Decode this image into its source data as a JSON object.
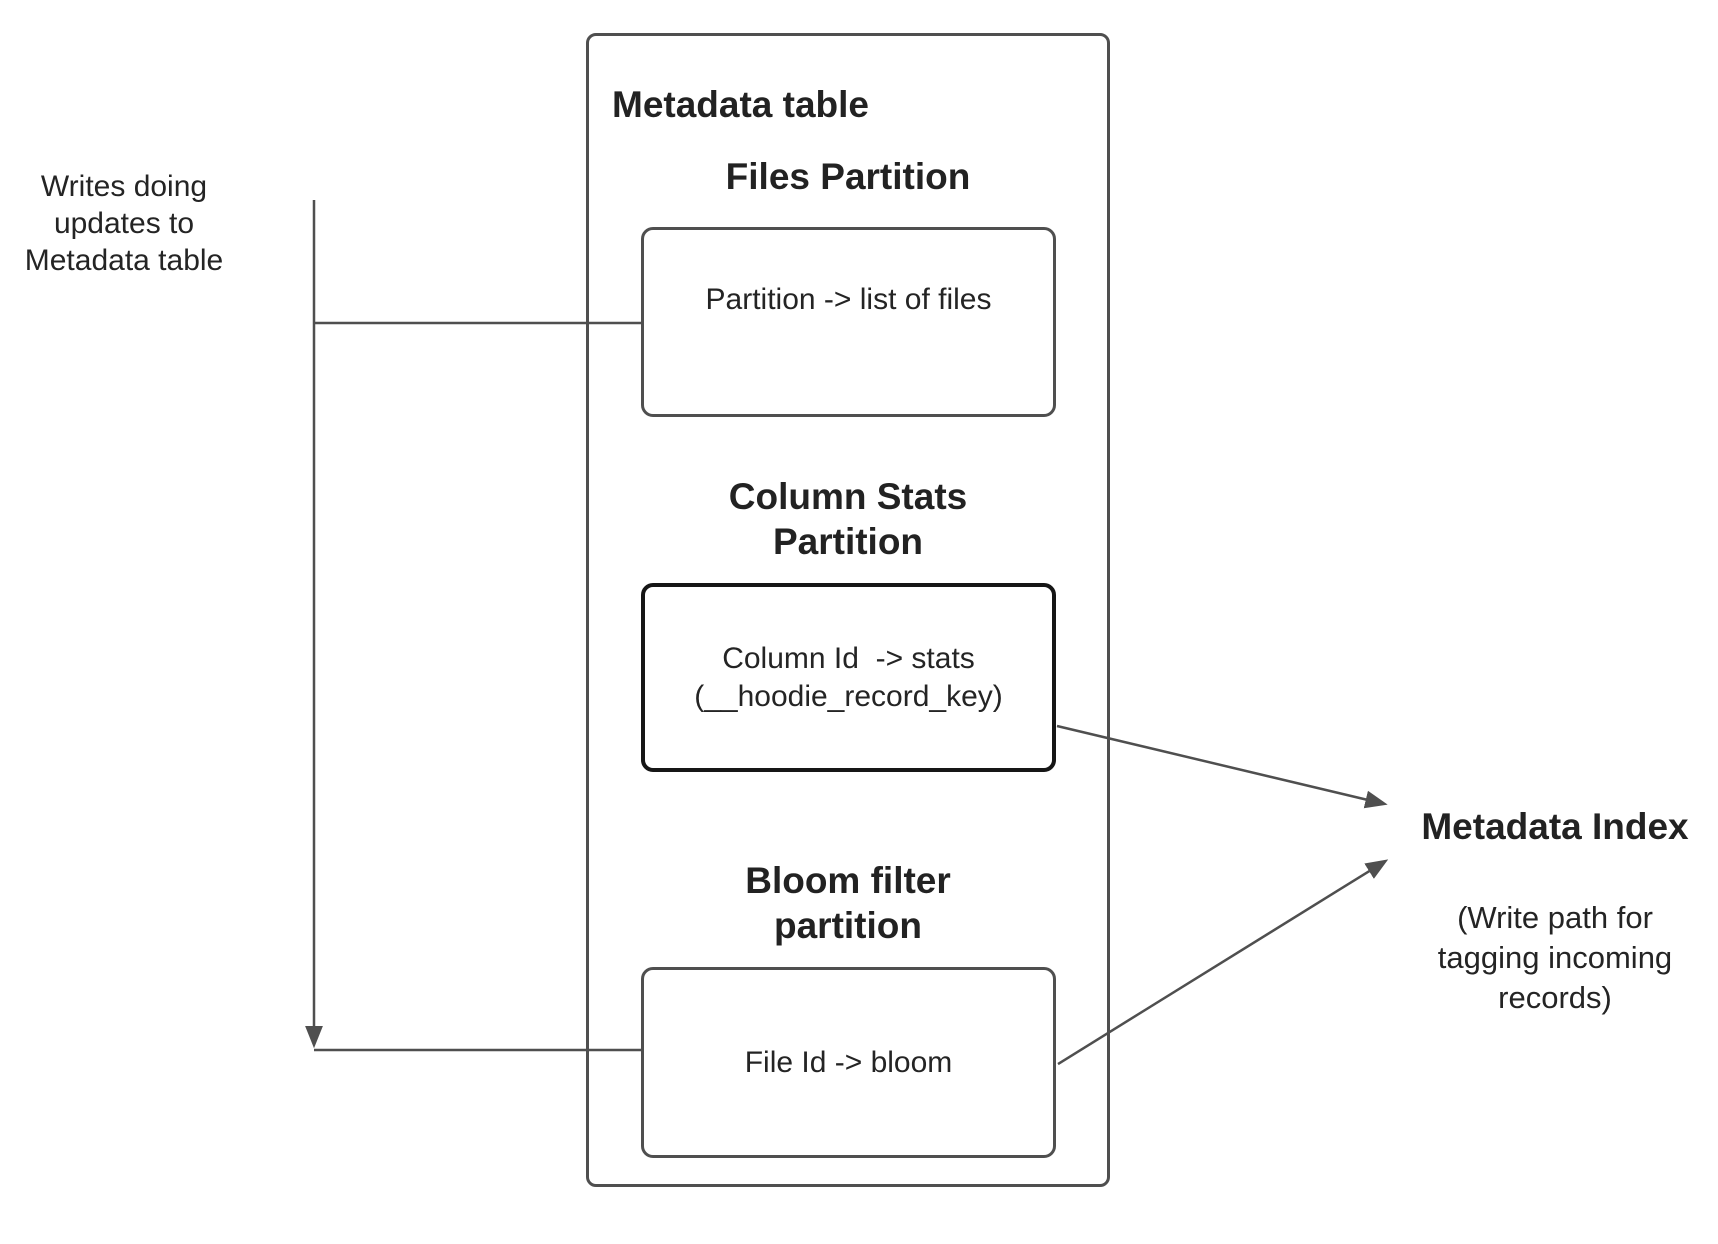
{
  "colors": {
    "line": "#4f4f4f",
    "text": "#242424",
    "stats_box_border": "#161616"
  },
  "left_note": {
    "lines": [
      "Writes doing",
      "updates to",
      "Metadata table"
    ]
  },
  "metadata_table": {
    "title": "Metadata table",
    "sections": {
      "files": {
        "heading": "Files Partition",
        "body": "Partition -> list of files"
      },
      "column_stats": {
        "heading_lines": [
          "Column Stats",
          "Partition"
        ],
        "body_lines": [
          "Column Id  -> stats",
          "(__hoodie_record_key)"
        ]
      },
      "bloom": {
        "heading_lines": [
          "Bloom filter",
          "partition"
        ],
        "body": "File Id -> bloom"
      }
    }
  },
  "metadata_index": {
    "title": "Metadata Index",
    "subtitle_lines": [
      "(Write path for",
      "tagging incoming",
      "records)"
    ]
  }
}
